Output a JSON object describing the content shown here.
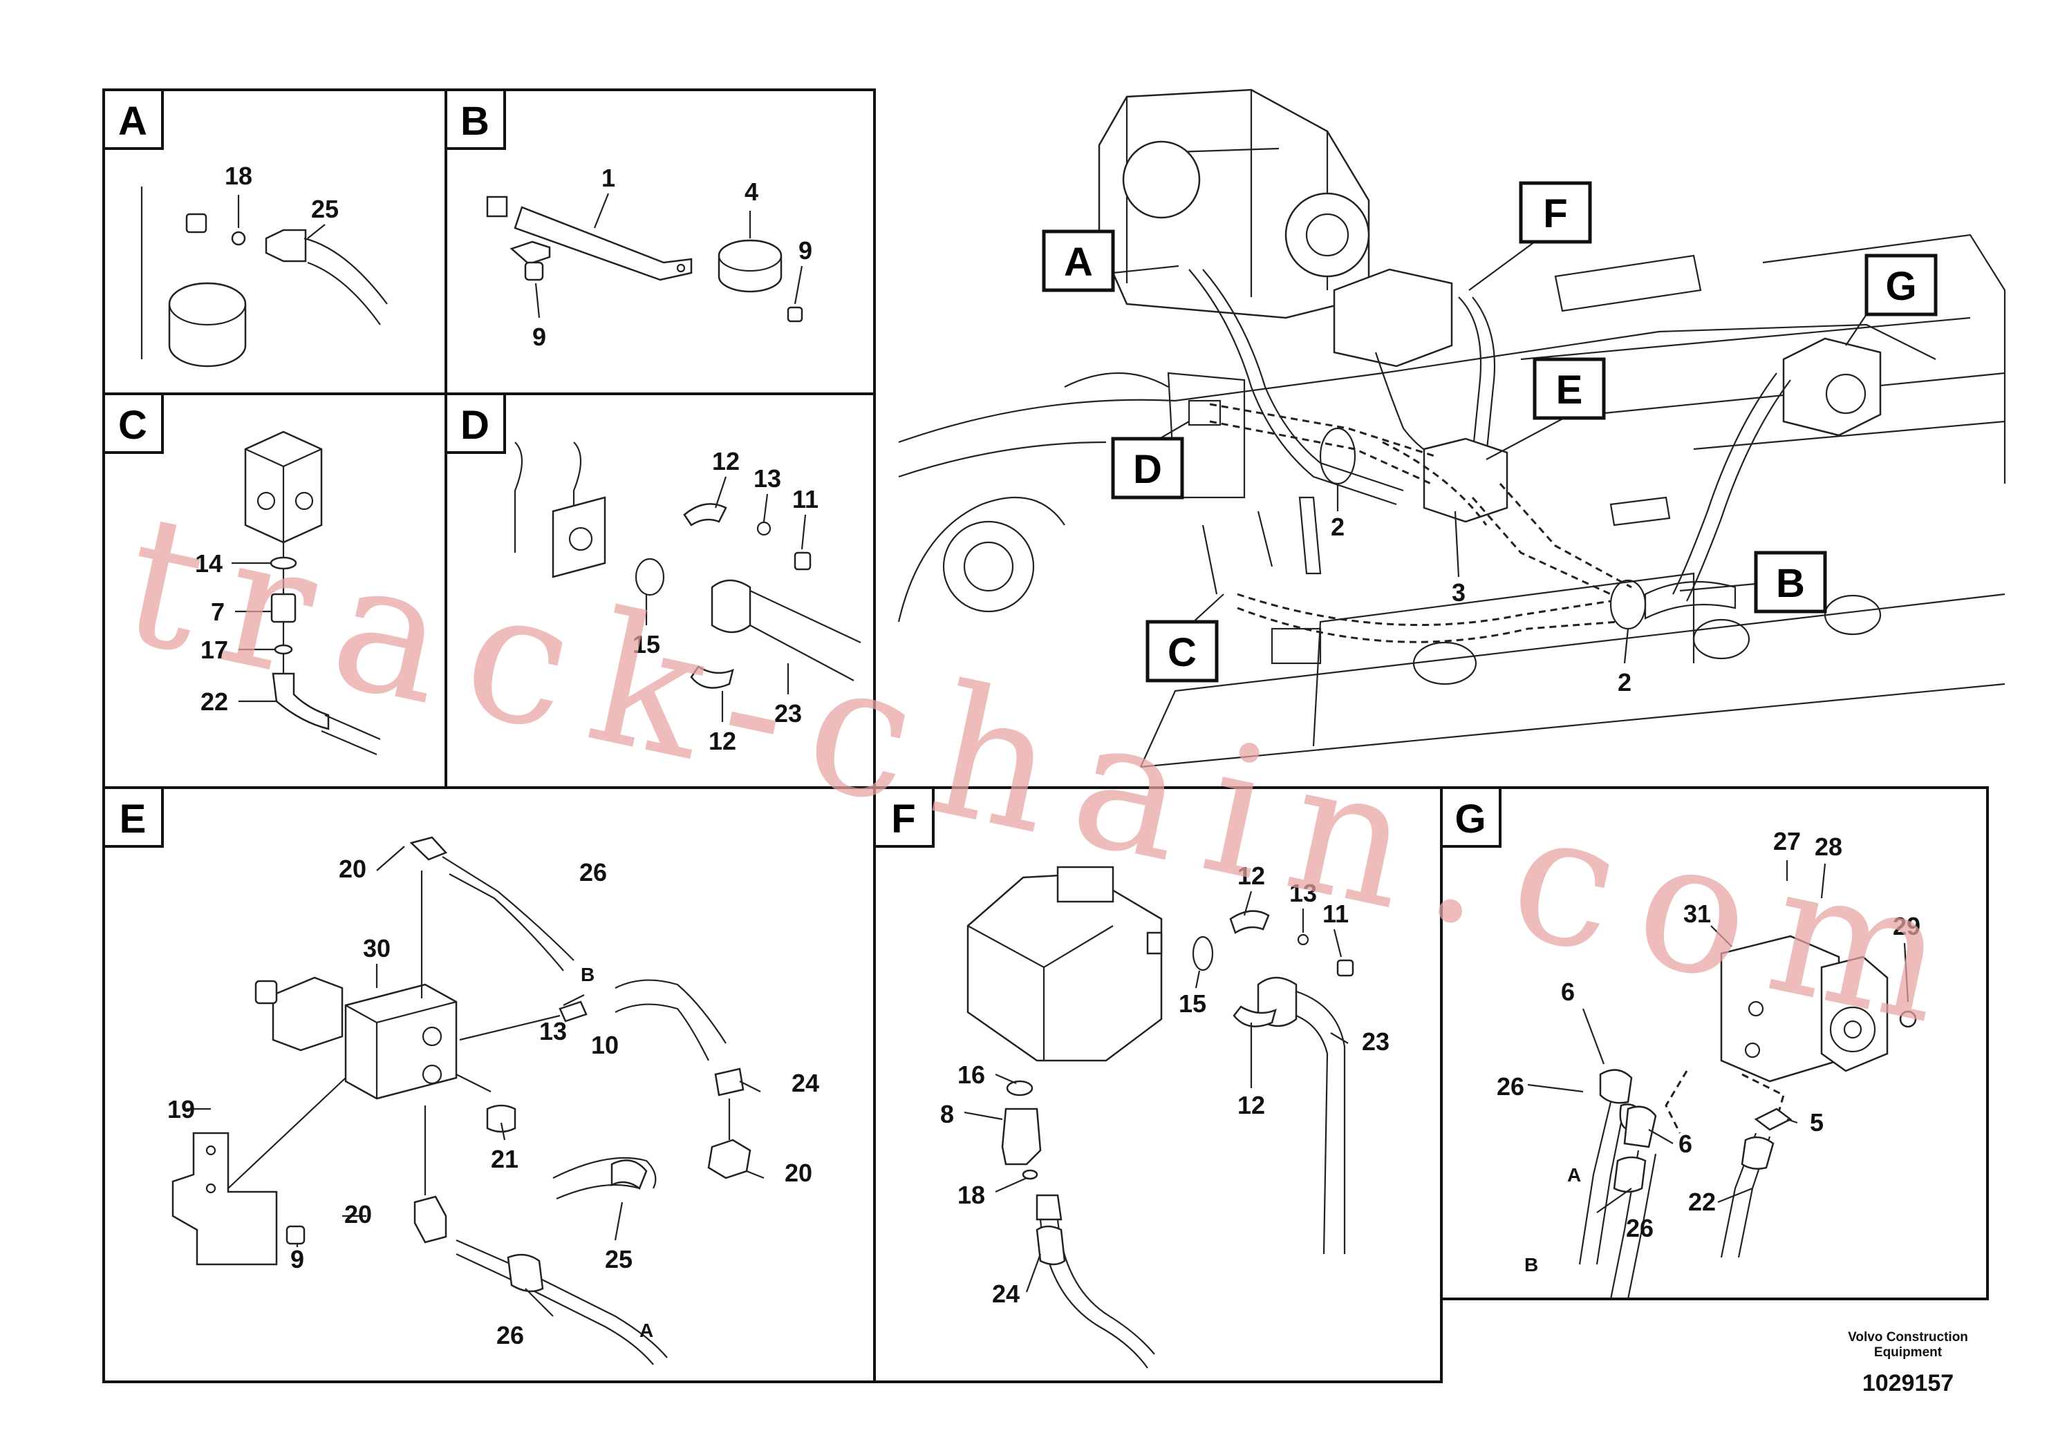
{
  "panels": [
    {
      "letter": "A",
      "callouts": [
        "18",
        "25"
      ]
    },
    {
      "letter": "B",
      "callouts": [
        "1",
        "4",
        "9",
        "9"
      ]
    },
    {
      "letter": "C",
      "callouts": [
        "14",
        "7",
        "17",
        "22"
      ]
    },
    {
      "letter": "D",
      "callouts": [
        "12",
        "13",
        "11",
        "15",
        "23",
        "12"
      ]
    },
    {
      "letter": "E",
      "callouts": [
        "20",
        "26",
        "B",
        "30",
        "10",
        "13",
        "24",
        "19",
        "21",
        "20",
        "9",
        "20",
        "25",
        "26",
        "A"
      ]
    },
    {
      "letter": "F",
      "callouts": [
        "12",
        "13",
        "11",
        "16",
        "15",
        "23",
        "12",
        "8",
        "18",
        "24"
      ]
    },
    {
      "letter": "G",
      "callouts": [
        "27",
        "28",
        "31",
        "29",
        "6",
        "26",
        "6",
        "5",
        "A",
        "22",
        "26",
        "B"
      ]
    }
  ],
  "main_view": {
    "view_markers": [
      "A",
      "F",
      "G",
      "E",
      "D",
      "B",
      "C"
    ],
    "callouts": [
      "2",
      "3",
      "2"
    ]
  },
  "watermark": "track-chain.com",
  "footer": {
    "company_line1": "Volvo Construction",
    "company_line2": "Equipment",
    "drawing_number": "1029157"
  }
}
